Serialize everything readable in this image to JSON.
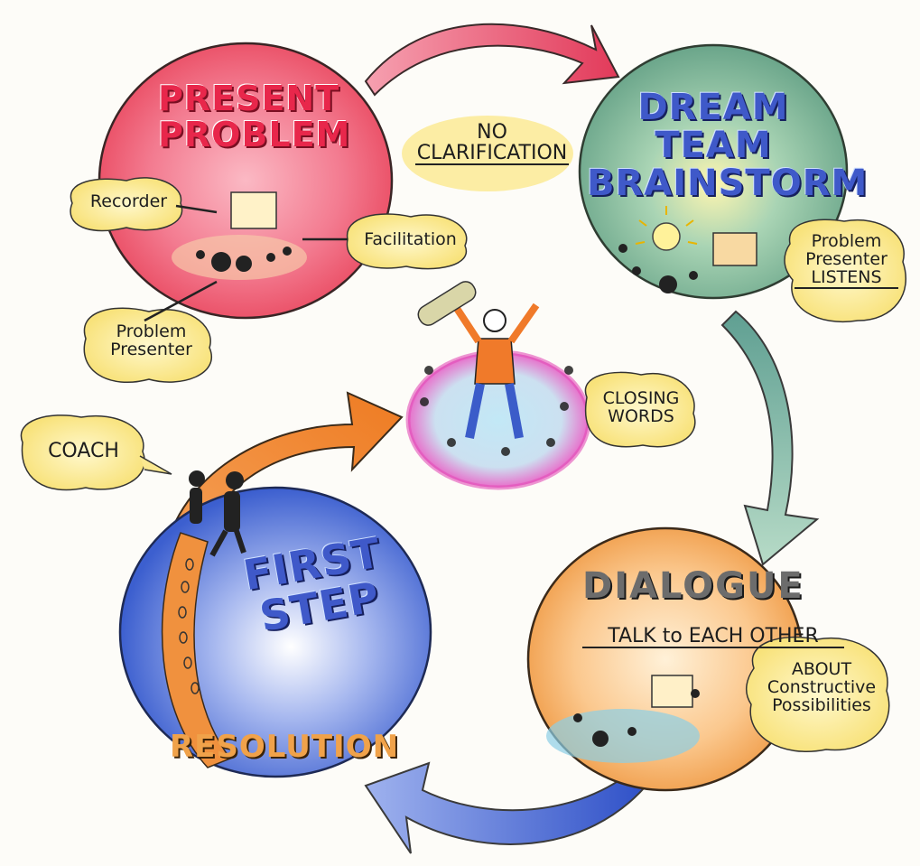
{
  "stages": {
    "present": {
      "line1": "PRESENT",
      "line2": "PROBLEM"
    },
    "dream": {
      "line1": "DREAM",
      "line2": "TEAM",
      "line3": "BRAINSTORM"
    },
    "dialogue": {
      "title": "DIALOGUE",
      "subtitle": "TALK to EACH OTHER"
    },
    "first_step": {
      "line1": "FIRST",
      "line2": "STEP",
      "footer": "RESOLUTION"
    }
  },
  "notes": {
    "no_clarification": {
      "line1": "NO",
      "line2": "CLARIFICATION"
    },
    "recorder": "Recorder",
    "facilitation": "Facilitation",
    "problem_presenter": {
      "line1": "Problem",
      "line2": "Presenter"
    },
    "presenter_listens": {
      "line1": "Problem",
      "line2": "Presenter",
      "line3": "LISTENS"
    },
    "closing_words": {
      "line1": "CLOSING",
      "line2": "WORDS"
    },
    "coach": "COACH",
    "about": {
      "line1": "ABOUT",
      "line2": "Constructive",
      "line3": "Possibilities"
    }
  },
  "colors": {
    "present": "#f06a80",
    "dream": "#8fbf9a",
    "dialogue": "#f3a55c",
    "first_step": "#4f73d6",
    "cloud": "#fbe88f",
    "arrow_red": "#e94a6a",
    "arrow_green": "#7fb4a0",
    "arrow_blue": "#4a67d0",
    "arrow_orange": "#f0893a"
  }
}
